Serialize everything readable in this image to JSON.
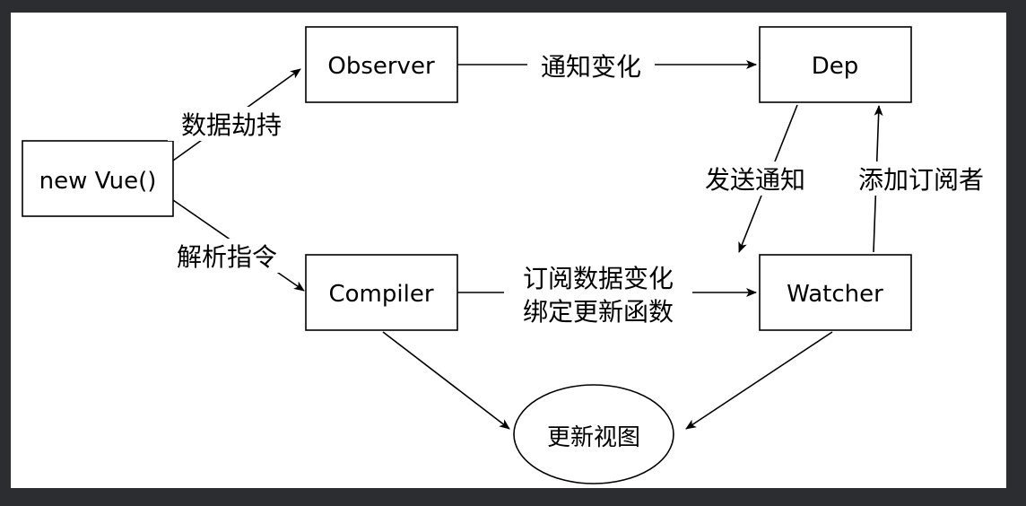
{
  "nodes": {
    "new_vue": "new Vue()",
    "observer": "Observer",
    "dep": "Dep",
    "compiler": "Compiler",
    "watcher": "Watcher",
    "update_view": "更新视图"
  },
  "edges": {
    "hijack": "数据劫持",
    "parse": "解析指令",
    "notify_change": "通知变化",
    "send_notify": "发送通知",
    "add_subscriber": "添加订阅者",
    "subscribe_line1": "订阅数据变化",
    "subscribe_line2": "绑定更新函数"
  },
  "colors": {
    "background": "#2b2d31",
    "canvas": "#ffffff",
    "stroke": "#000000"
  }
}
